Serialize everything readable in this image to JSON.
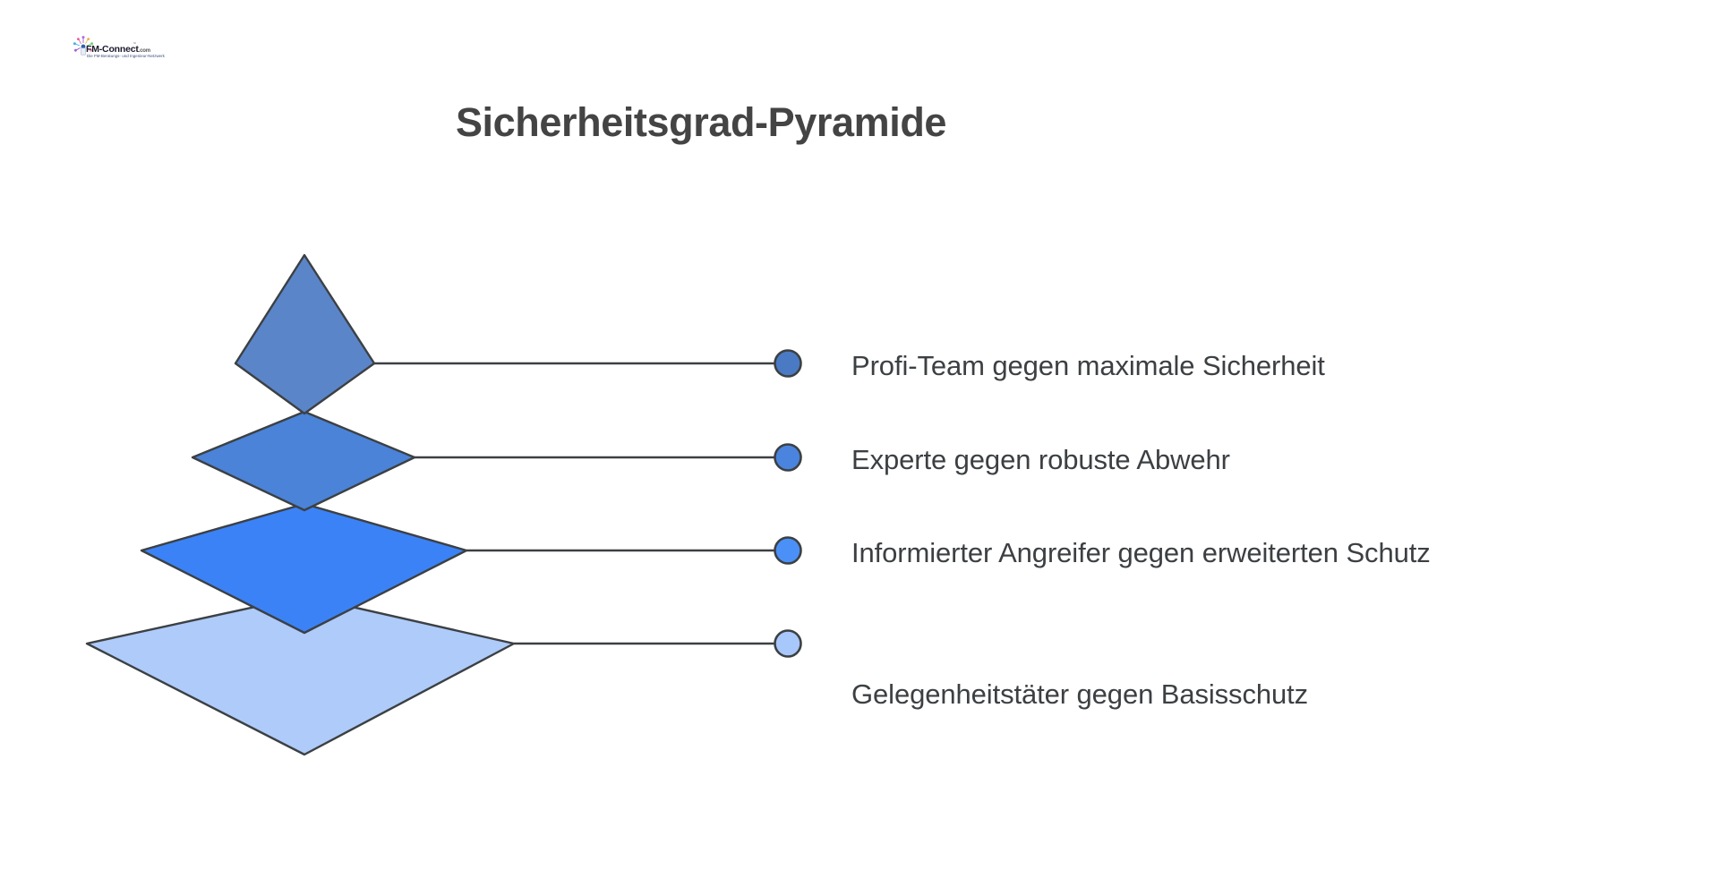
{
  "page": {
    "background_color": "#ffffff",
    "title": "Sicherheitsgrad-Pyramide",
    "title_color": "#444444"
  },
  "logo": {
    "name": "FM-Connect",
    "wordmark": "FM-Connect",
    "domain_suffix": ".com",
    "trademark": "™",
    "tagline": "Die FM-Beratungs- und Ingenieur-Netzwerk"
  },
  "chart_data": {
    "type": "pyramid",
    "title": "Sicherheitsgrad-Pyramide",
    "orientation": "top-to-bottom",
    "level_count": 4,
    "legend_position": "right",
    "levels": [
      {
        "rank": 1,
        "label": "Profi-Team gegen maximale Sicherheit",
        "color": "#5b85c9",
        "dot_color": "#4a7ac4",
        "width_units": 1,
        "shape": "apex"
      },
      {
        "rank": 2,
        "label": "Experte gegen robuste Abwehr",
        "color": "#4a83d8",
        "dot_color": "#4a84de",
        "width_units": 2,
        "shape": "diamond"
      },
      {
        "rank": 3,
        "label": "Informierter Angreifer gegen erweiterten Schutz",
        "color": "#3b82f6",
        "dot_color": "#4a90f7",
        "width_units": 3,
        "shape": "diamond"
      },
      {
        "rank": 4,
        "label": "Gelegenheitstäter gegen Basisschutz",
        "color": "#aecbfa",
        "dot_color": "#a8c7fa",
        "width_units": 4,
        "shape": "diamond"
      }
    ],
    "stroke_color": "#3c4043",
    "connector_color": "#3c4043",
    "label_color": "#3c4043"
  }
}
